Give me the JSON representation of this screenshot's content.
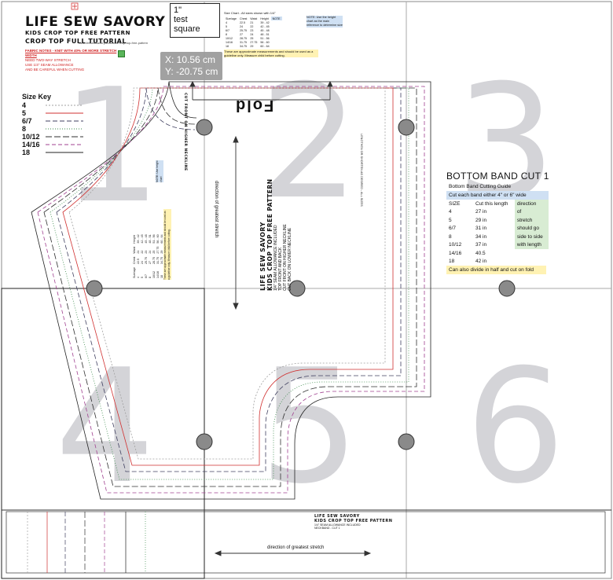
{
  "brand": {
    "title": "LIFE SEW SAVORY",
    "subtitle1": "KIDS CROP TOP FREE PATTERN",
    "subtitle2": "CROP TOP FULL TUTORIAL",
    "url": "www.lifesewsavory.com/kids-crop-top-free-pattern",
    "notes": [
      "FABRIC NOTES - KNIT WITH 40% OR MORE STRETCH WIDTH",
      "NEED TWO-WAY STRETCH",
      "USE 1/4\" SEAM ALLOWANCE",
      "AND BE CAREFUL WHEN CUTTING"
    ]
  },
  "test_square": {
    "line1": "1\"",
    "line2": "test",
    "line3": "square"
  },
  "coordinate_overlay": {
    "x": "X: 10.56 cm",
    "y": "Y: -20.75 cm"
  },
  "size_key": {
    "title": "Size Key",
    "items": [
      {
        "label": "4",
        "color": "#a0a0a0",
        "dash": "2,2"
      },
      {
        "label": "5",
        "color": "#d03030",
        "dash": ""
      },
      {
        "label": "6/7",
        "color": "#404060",
        "dash": "6,3"
      },
      {
        "label": "8",
        "color": "#3a8a4a",
        "dash": "1,2"
      },
      {
        "label": "10/12",
        "color": "#303030",
        "dash": "8,3"
      },
      {
        "label": "14/16",
        "color": "#a04090",
        "dash": "5,3"
      },
      {
        "label": "18",
        "color": "#222222",
        "dash": ""
      }
    ]
  },
  "page_numbers": [
    "1",
    "2",
    "3",
    "4",
    "5",
    "6"
  ],
  "fold_label": "Fold",
  "grain_label": "direction of greatest stretch",
  "center_labels": {
    "brand": "LIFE SEW SAVORY",
    "title": "KIDS CROP TOP FREE PATTERN",
    "seam": "1/4\" SEAM ALLOWANCE INCLUDED",
    "cut1": "TOP FRONT AND BACK",
    "cut2": "CUT FRONT ON HIGHER NECKLINE",
    "cut3": "CUT BACK ON LOWER NECKLINE"
  },
  "side_label": "LENGTHEN OR SHORTEN AS DESIRED - ALL SIZES",
  "cut_on_fold_label": "CUT FRONT ON HIGHER NECKLINE",
  "bottom_band": {
    "title": "BOTTOM BAND CUT 1",
    "guide_title": "Bottom Band Cutting Guide",
    "cut_note": "Cut each band either 4\" or 6\" wide",
    "headers": [
      "SIZE",
      "Cut this length",
      "direction"
    ],
    "rows": [
      [
        "4",
        "27 in",
        "of"
      ],
      [
        "5",
        "29 in",
        "stretch"
      ],
      [
        "6/7",
        "31 in",
        "should go"
      ],
      [
        "8",
        "34 in",
        "side to side"
      ],
      [
        "10/12",
        "37 in",
        "with length"
      ],
      [
        "14/16",
        "40.5",
        ""
      ],
      [
        "18",
        "42 in",
        ""
      ]
    ],
    "footer": "Can also divide in half and cut on fold"
  },
  "band_strip": {
    "brand": "LIFE SEW SAVORY",
    "title": "KIDS CROP TOP FREE PATTERN",
    "seam": "1/4\" SEAM ALLOWANCE INCLUDED",
    "cut": "NECKBAND - CUT 1",
    "grain": "direction of greatest stretch"
  },
  "top_chart": {
    "title": "Size Chart - All sizes shown with 1/4\"",
    "headers": [
      "Size/age",
      "Chest",
      "Waist",
      "Height",
      "NOTE"
    ],
    "rows": [
      [
        "4",
        "22.5",
        "21",
        "39 - 42"
      ],
      [
        "5",
        "24",
        "22",
        "42 - 45"
      ],
      [
        "6/7",
        "25.75",
        "23",
        "45 - 48"
      ],
      [
        "8",
        "27",
        "24",
        "48 - 51"
      ],
      [
        "10/12",
        "28.75",
        "25",
        "51 - 56"
      ],
      [
        "14/16",
        "31.75",
        "27.75",
        "56 - 60"
      ],
      [
        "18",
        "34.75",
        "29",
        "60 - 64"
      ]
    ],
    "note": "NOTE: Use the height chart as the main reference to determine size",
    "footer": "These are approximate measurements and should be used as a guideline only. Measure child before cutting."
  },
  "rotated_chart_note": "NOTE: Use height chart"
}
